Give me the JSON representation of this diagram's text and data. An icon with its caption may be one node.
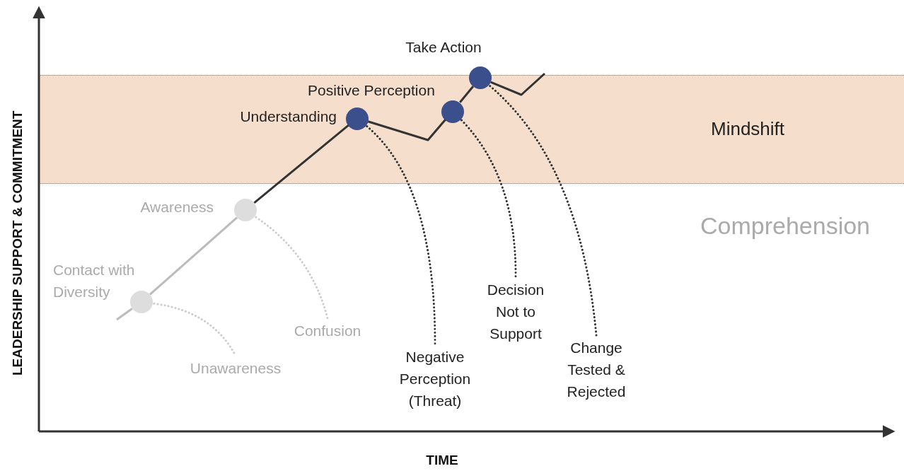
{
  "diagram": {
    "nodes": [
      {
        "text": [
          "Mindshift"
        ]
      },
      {
        "text": [],
        "shape": "circle",
        "beside": [
          "Contact with Diversity"
        ]
      },
      {
        "text": [],
        "shape": "circle",
        "beside": [
          "Awareness"
        ]
      },
      {
        "text": [],
        "shape": "circle",
        "beside": [
          "Understanding"
        ],
        "in": 0
      },
      {
        "text": [],
        "shape": "circle",
        "beside": [
          "Positive Perception"
        ],
        "in": 0
      },
      {
        "text": [],
        "shape": "circle",
        "beside": [
          "Take Action"
        ]
      },
      {
        "text": [
          "Unawareness"
        ]
      },
      {
        "text": [
          "Confusion"
        ]
      },
      {
        "text": [
          "Negative Perception (Threat)"
        ]
      },
      {
        "text": [
          "Decision Not to Support"
        ]
      },
      {
        "text": [
          "Change Tested & Rejected"
        ]
      }
    ],
    "edges": [
      {
        "from": null,
        "to": 1,
        "arrow": "none",
        "color": "#bbbbbb"
      },
      {
        "from": 1,
        "to": 2,
        "arrow": "none",
        "color": "#bbbbbb"
      },
      {
        "from": 2,
        "to": 3,
        "arrow": "none"
      },
      {
        "from": 3,
        "to": 4,
        "arrow": "none"
      },
      {
        "from": 4,
        "to": 5,
        "arrow": "none"
      },
      {
        "from": 5,
        "to": 0,
        "arrow": "none"
      },
      {
        "from": 1,
        "to": 6,
        "arrow": "none",
        "style": "dashed",
        "color": "#cccccc"
      },
      {
        "from": 2,
        "to": 7,
        "arrow": "none",
        "style": "dashed",
        "color": "#cccccc"
      },
      {
        "from": 3,
        "to": 8,
        "arrow": "none",
        "style": "dashed"
      },
      {
        "from": 4,
        "to": 9,
        "arrow": "none",
        "style": "dashed"
      },
      {
        "from": 5,
        "to": 10,
        "arrow": "none",
        "style": "dashed"
      }
    ],
    "labels": [
      "Comprehension",
      "LEADERSHIP SUPPORT & COMMITMENT",
      "TIME"
    ]
  }
}
